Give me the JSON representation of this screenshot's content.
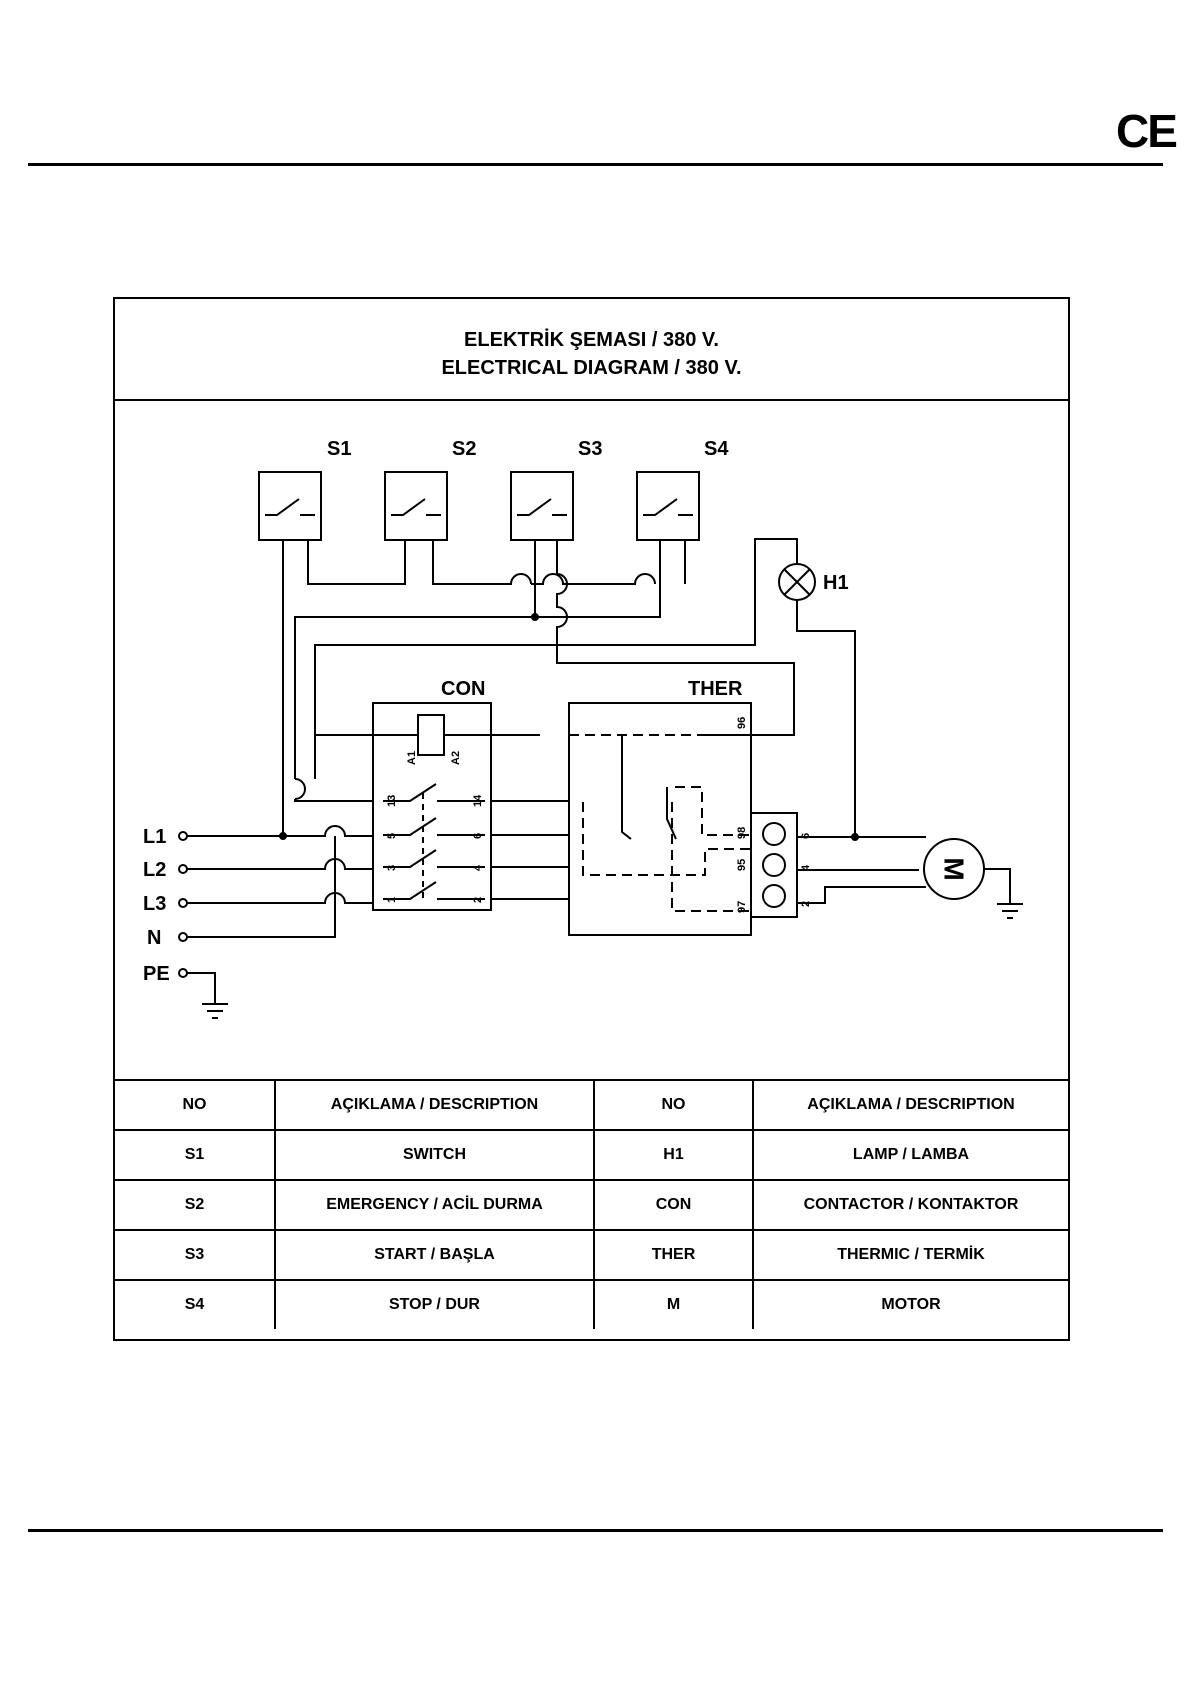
{
  "header": {
    "ce_mark": "CE"
  },
  "title": {
    "line1": "ELEKTRİK ŞEMASI / 380 V.",
    "line2": "ELECTRICAL DIAGRAM / 380 V."
  },
  "diagram": {
    "switches": [
      "S1",
      "S2",
      "S3",
      "S4"
    ],
    "lamp": "H1",
    "contactor": "CON",
    "thermic": "THER",
    "motor": "M",
    "lines": [
      "L1",
      "L2",
      "L3",
      "N",
      "PE"
    ],
    "contactor_terminals": {
      "a1": "A1",
      "a2": "A2",
      "left": [
        "13",
        "5",
        "3",
        "1"
      ],
      "right": [
        "14",
        "6",
        "4",
        "2"
      ]
    },
    "thermic_terminals": [
      "96",
      "98",
      "95",
      "97"
    ],
    "output_terminals": [
      "6",
      "4",
      "2"
    ]
  },
  "legend": {
    "headers": [
      "NO",
      "AÇIKLAMA / DESCRIPTION",
      "NO",
      "AÇIKLAMA / DESCRIPTION"
    ],
    "rows": [
      [
        "S1",
        "SWITCH",
        "H1",
        "LAMP / LAMBA"
      ],
      [
        "S2",
        "EMERGENCY / ACİL DURMA",
        "CON",
        "CONTACTOR / KONTAKTOR"
      ],
      [
        "S3",
        "START / BAŞLA",
        "THER",
        "THERMIC / TERMİK"
      ],
      [
        "S4",
        "STOP / DUR",
        "M",
        "MOTOR"
      ]
    ]
  }
}
